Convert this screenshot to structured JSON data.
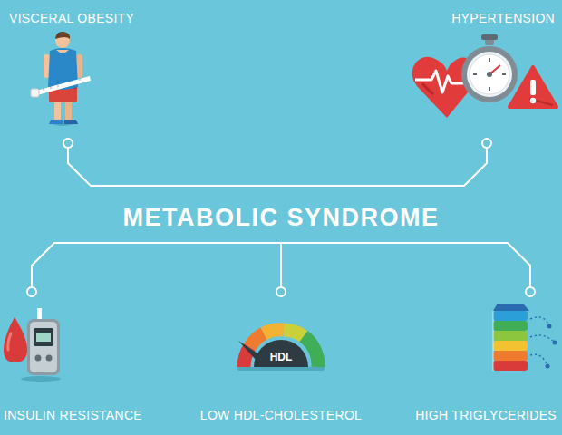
{
  "diagram": {
    "title": "METABOLIC SYNDROME",
    "labels": [
      "VISCERAL OBESITY",
      "HYPERTENSION",
      "INSULIN RESISTANCE",
      "LOW HDL-CHOLESTEROL",
      "HIGH TRIGLYCERIDES",
      "HDL"
    ]
  }
}
